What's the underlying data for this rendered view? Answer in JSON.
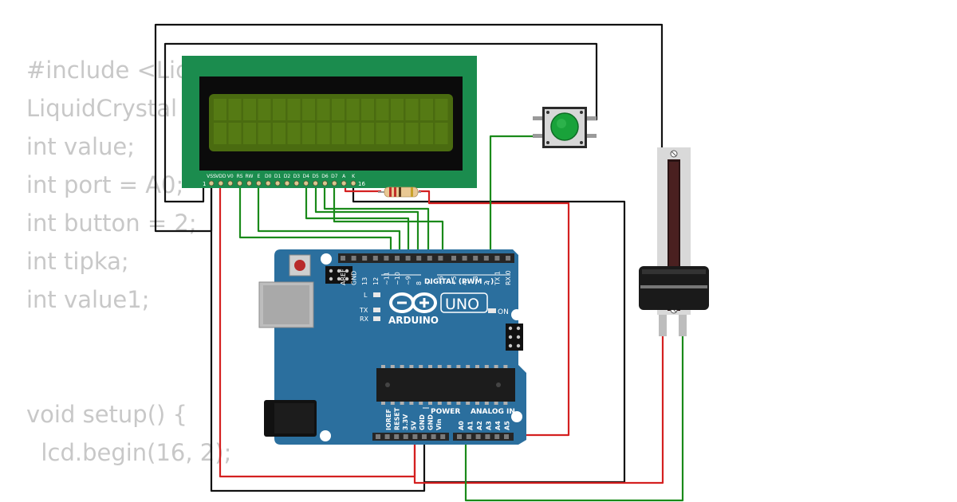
{
  "code_lines": [
    "#include <LiquidCrystal.h>",
    "LiquidCrystal lcd(12, 11, 5, 4, 3, 2);",
    "int value;",
    "int port = A0;",
    "int button = 2;",
    "int tipka;",
    "int value1;",
    "void setup() {",
    "  lcd.begin(16, 2);"
  ],
  "lcd": {
    "pin_labels": [
      "VSS",
      "VDD",
      "V0",
      "RS",
      "RW",
      "E",
      "D0",
      "D1",
      "D2",
      "D3",
      "D4",
      "D5",
      "D6",
      "D7",
      "A",
      "K"
    ],
    "first_pin": "1",
    "last_pin": "16"
  },
  "arduino": {
    "brand": "ARDUINO",
    "model": "UNO",
    "on_label": "ON",
    "led_l": "L",
    "led_tx": "TX",
    "led_rx": "RX",
    "digital_header": "DIGITAL (PWM ~)",
    "digital_pins": [
      "AREF",
      "GND",
      "13",
      "12",
      "~11",
      "~10",
      "~9",
      "8",
      "7",
      "~6",
      "~5",
      "4",
      "~3",
      "2",
      "TX 1",
      "RX 0"
    ],
    "power_header": "POWER",
    "analog_header": "ANALOG IN",
    "power_pins": [
      "IOREF",
      "RESET",
      "3.3V",
      "5V",
      "GND",
      "GND",
      "Vin"
    ],
    "analog_pins": [
      "A0",
      "A1",
      "A2",
      "A3",
      "A4",
      "A5"
    ]
  },
  "colors": {
    "lcd_board": "#1b8c4e",
    "lcd_screen": "#4a6b10",
    "arduino_board": "#2b6f9e",
    "wire_black": "#111111",
    "wire_red": "#d42020",
    "wire_green": "#1a8a1a",
    "button_cap": "#19a23a",
    "code_text": "#c8c8c8"
  },
  "icons": {
    "pushbutton": "pushbutton-icon",
    "potentiometer": "slide-potentiometer-icon",
    "resistor": "resistor-icon",
    "infinity_logo": "arduino-infinity-logo-icon"
  }
}
